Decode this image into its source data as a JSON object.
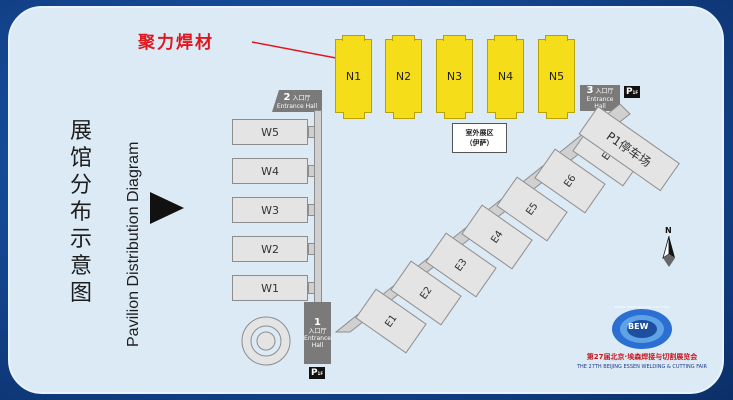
{
  "title_cn": "展馆分布示意图",
  "title_en": "Pavilion Distribution Diagram",
  "exhibitor_label": "聚力焊材",
  "halls_north": [
    "N1",
    "N2",
    "N3",
    "N4",
    "N5"
  ],
  "halls_west": [
    "W5",
    "W4",
    "W3",
    "W2",
    "W1"
  ],
  "halls_east": [
    "E1",
    "E2",
    "E3",
    "E4",
    "E5",
    "E6",
    "E7"
  ],
  "outdoor_area": {
    "line1": "室外展区",
    "line2": "（伊萨）"
  },
  "parking_area": "P1停车场",
  "entrances": [
    {
      "number": "1",
      "cn": "入口厅",
      "en1": "Entrance",
      "en2": "Hall"
    },
    {
      "number": "2",
      "cn": "入口厅",
      "en1": "Entrance",
      "en2": "Hall"
    },
    {
      "number": "3",
      "cn": "入口厅",
      "en1": "Entrance",
      "en2": "Hall"
    }
  ],
  "parking_badge": "P",
  "parking_badge_sub": "1F",
  "fair_logo": {
    "ring_text": "BEIJING ESSEN WELDING & CUTTING",
    "center_text": "BEW",
    "cn_name": "第27届北京·埃森焊接与切割展览会",
    "en_name": "THE 27TH BEIJING ESSEN WELDING & CUTTING FAIR"
  },
  "compass": "N",
  "colors": {
    "highlight_hall": "#f5dd1a",
    "label_red": "#e0171f",
    "hall_gray": "#e4e4e4"
  }
}
